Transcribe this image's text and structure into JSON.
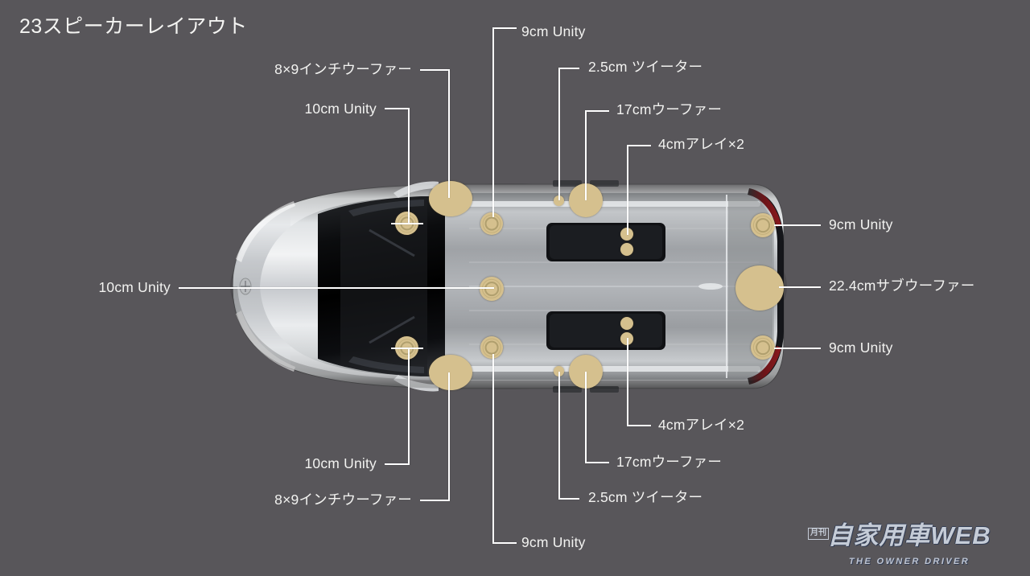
{
  "page": {
    "title": "23スピーカーレイアウト",
    "background_color": "#58565a",
    "label_color": "#f2f2f0",
    "speaker_color": "#d5c08e",
    "leader_color": "#ffffff"
  },
  "labels": {
    "top_9cm_unity": "9cm Unity",
    "top_8x9_woofer": "8×9インチウーファー",
    "top_10cm_unity": "10cm Unity",
    "top_25_tweeter": "2.5cm ツイーター",
    "top_17cm_woofer": "17cmウーファー",
    "top_4cm_array": "4cmアレイ×2",
    "right_9cm_unity_upper": "9cm Unity",
    "right_subwoofer": "22.4cmサブウーファー",
    "right_9cm_unity_lower": "9cm Unity",
    "left_10cm_unity": "10cm Unity",
    "bottom_10cm_unity": "10cm Unity",
    "bottom_8x9_woofer": "8×9インチウーファー",
    "bottom_9cm_unity": "9cm Unity",
    "bottom_25_tweeter": "2.5cm ツイーター",
    "bottom_17cm_woofer": "17cmウーファー",
    "bottom_4cm_array": "4cmアレイ×2"
  },
  "watermark": {
    "badge": "月刊",
    "main": "自家用車WEB",
    "sub": "THE OWNER DRIVER"
  },
  "speakers": [
    {
      "name": "front-left-door-unity",
      "type": "10cm Unity"
    },
    {
      "name": "front-left-woofer",
      "type": "8×9インチウーファー"
    },
    {
      "name": "rear-left-door-unity",
      "type": "9cm Unity"
    },
    {
      "name": "left-tweeter",
      "type": "2.5cm ツイーター"
    },
    {
      "name": "left-17cm-woofer",
      "type": "17cmウーファー"
    },
    {
      "name": "left-4cm-array",
      "type": "4cmアレイ×2"
    },
    {
      "name": "rear-left-unity",
      "type": "9cm Unity"
    },
    {
      "name": "center-dash-unity",
      "type": "10cm Unity"
    },
    {
      "name": "front-center-unity",
      "type": "10cm Unity"
    },
    {
      "name": "subwoofer",
      "type": "22.4cmサブウーファー"
    },
    {
      "name": "front-right-door-unity",
      "type": "10cm Unity"
    },
    {
      "name": "front-right-woofer",
      "type": "8×9インチウーファー"
    },
    {
      "name": "rear-right-door-unity",
      "type": "9cm Unity"
    },
    {
      "name": "right-tweeter",
      "type": "2.5cm ツイーター"
    },
    {
      "name": "right-17cm-woofer",
      "type": "17cmウーファー"
    },
    {
      "name": "right-4cm-array",
      "type": "4cmアレイ×2"
    },
    {
      "name": "rear-right-unity",
      "type": "9cm Unity"
    }
  ]
}
